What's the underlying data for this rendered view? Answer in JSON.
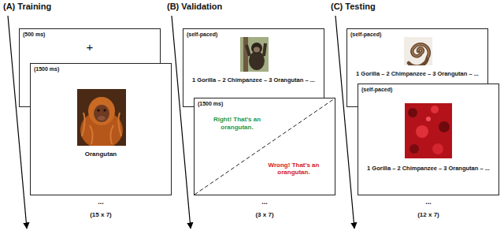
{
  "diagram": {
    "nodes": [
      {
        "text": [
          "(500 ms)",
          "+"
        ]
      },
      {
        "text": [
          "(1500 ms)",
          "Orangutan"
        ]
      },
      {
        "text": [
          "(self-paced)",
          "1 Gorilla – 2 Chimpanzee – 3 Orangutan – ..."
        ]
      },
      {
        "text": [
          "(1500 ms)",
          "Right! That's an orangutan.",
          "Wrong! That's an orangutan."
        ]
      },
      {
        "text": [
          "(self-paced)",
          "1 Gorilla – 2 Chimpanzee – 3 Orangutan – ..."
        ]
      },
      {
        "text": [
          "(self-paced)",
          "1 Gorilla – 2 Chimpanzee – 3 Orangutan – ..."
        ]
      }
    ],
    "labels": [
      "(A) Training",
      "(B) Validation",
      "(C) Testing",
      "...",
      "(15 x 7)",
      "...",
      "(3 x 7)",
      "...",
      "(12 x 7)"
    ]
  }
}
